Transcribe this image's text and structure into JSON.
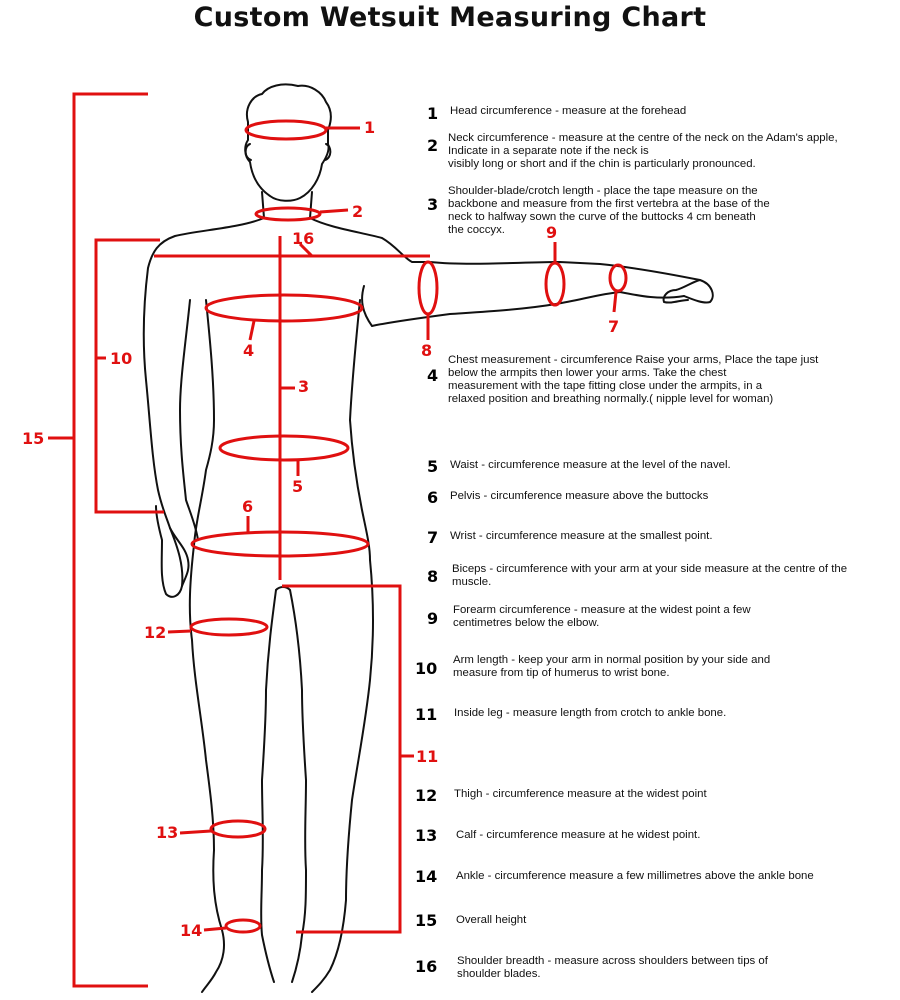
{
  "title": "Custom Wetsuit Measuring Chart",
  "colors": {
    "marker": "#e01010",
    "outline": "#111111",
    "text": "#111111"
  },
  "figure_labels": [
    "1",
    "2",
    "16",
    "9",
    "7",
    "8",
    "4",
    "10",
    "3",
    "5",
    "6",
    "15",
    "12",
    "13",
    "14",
    "11"
  ],
  "legend": [
    {
      "num": "1",
      "lines": [
        "Head circumference - measure at the forehead"
      ]
    },
    {
      "num": "2",
      "lines": [
        "Neck circumference  - measure at the centre of the neck on the Adam's apple,",
        "Indicate in a separate note if the neck is",
        "visibly long or short and if the chin is particularly pronounced."
      ]
    },
    {
      "num": "3",
      "lines": [
        "Shoulder-blade/crotch length - place the tape measure on the",
        "backbone and measure from the first vertebra at the base of the",
        "neck to halfway sown the curve of the buttocks 4 cm beneath",
        "the coccyx."
      ]
    },
    {
      "num": "4",
      "lines": [
        "Chest measurement - circumference  Raise your arms, Place the tape just",
        "below the armpits then lower your arms. Take the chest",
        "measurement with the tape fitting close under the armpits, in a",
        "relaxed position and breathing normally.( nipple level for woman)"
      ]
    },
    {
      "num": "5",
      "lines": [
        "Waist -  circumference   measure at the level of the navel."
      ]
    },
    {
      "num": "6",
      "lines": [
        "Pelvis -  circumference  measure above the buttocks"
      ]
    },
    {
      "num": "7",
      "lines": [
        "Wrist -  circumference  measure at the smallest point."
      ]
    },
    {
      "num": "8",
      "lines": [
        "Biceps -  circumference  with your arm at your side measure at the centre of the",
        "muscle."
      ]
    },
    {
      "num": "9",
      "lines": [
        "Forearm circumference - measure at the widest point a few",
        "centimetres below the elbow."
      ]
    },
    {
      "num": "10",
      "lines": [
        "Arm length - keep your arm in normal position by your side and",
        "measure from tip of humerus to wrist bone."
      ]
    },
    {
      "num": "11",
      "lines": [
        "Inside leg - measure length from crotch to ankle bone."
      ]
    },
    {
      "num": "12",
      "lines": [
        "Thigh -  circumference   measure at the widest point"
      ]
    },
    {
      "num": "13",
      "lines": [
        "Calf -  circumference   measure at  he widest point."
      ]
    },
    {
      "num": "14",
      "lines": [
        "Ankle -  circumference   measure a few millimetres above the ankle bone"
      ]
    },
    {
      "num": "15",
      "lines": [
        "Overall height"
      ]
    },
    {
      "num": "16",
      "lines": [
        "Shoulder breadth - measure across shoulders between tips of",
        "shoulder blades."
      ]
    }
  ]
}
